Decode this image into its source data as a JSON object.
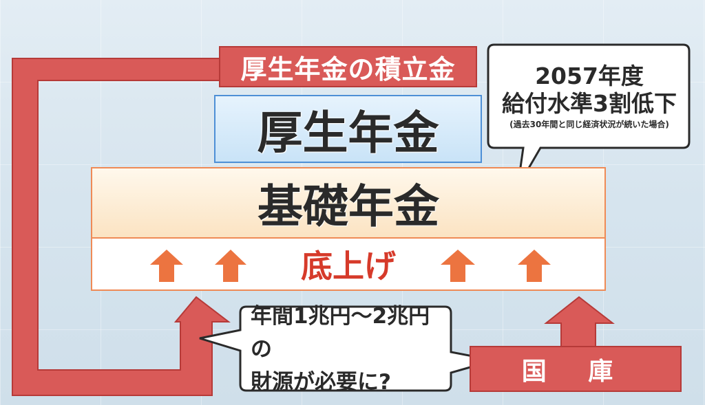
{
  "labels": {
    "reserve_fund": "厚生年金の積立金",
    "employee_pension": "厚生年金",
    "basic_pension": "基礎年金",
    "raise_floor": "底上げ",
    "treasury": "国 庫"
  },
  "callout_top": {
    "line1": "2057年度",
    "line2": "給付水準3割低下",
    "note": "(過去30年間と同じ経済状況が続いた場合)"
  },
  "callout_bottom": {
    "line1": "年間1兆円～2兆円の",
    "line2": "財源が必要に?"
  },
  "colors": {
    "red": "#d95a58",
    "orange_arrow": "#ec7440",
    "blue_border": "#4d8fd6",
    "text_red": "#d63a2a"
  }
}
